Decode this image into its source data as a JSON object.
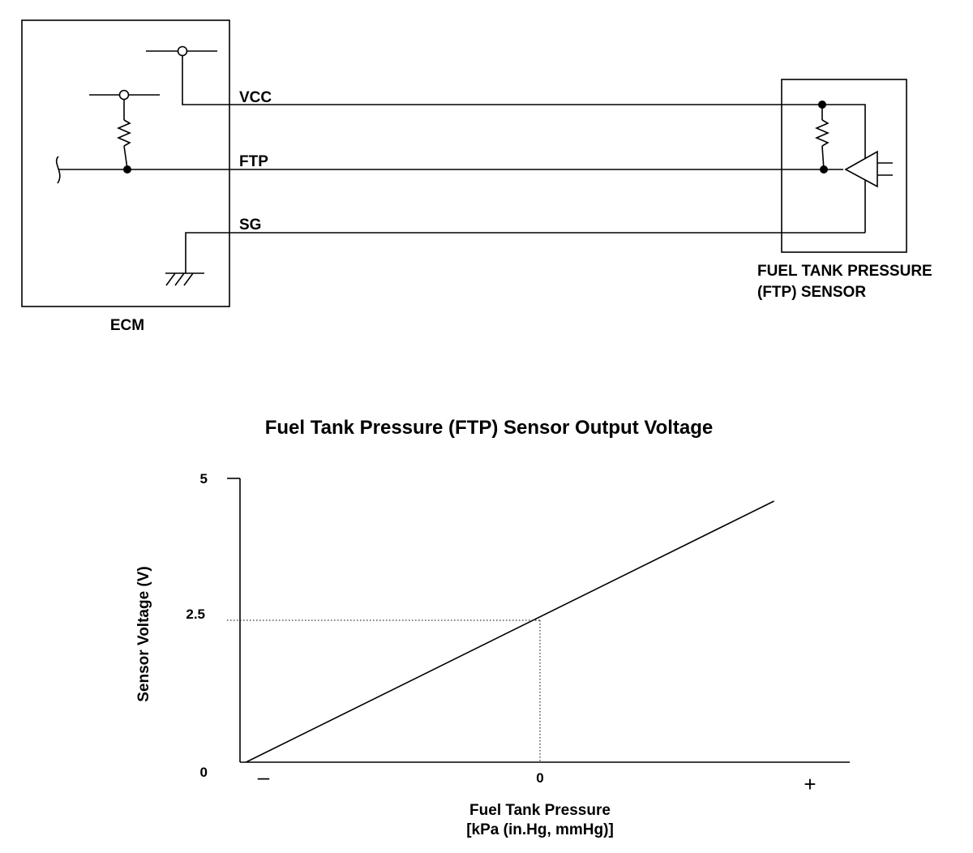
{
  "circuit": {
    "ecm_label": "ECM",
    "sensor_label_line1": "FUEL TANK PRESSURE",
    "sensor_label_line2": "(FTP) SENSOR",
    "wires": {
      "vcc": "VCC",
      "ftp": "FTP",
      "sg": "SG"
    }
  },
  "chart_data": {
    "type": "line",
    "title": "Fuel Tank Pressure (FTP) Sensor Output Voltage",
    "xlabel_line1": "Fuel Tank Pressure",
    "xlabel_line2": "[kPa (in.Hg, mmHg)]",
    "ylabel": "Sensor Voltage (V)",
    "y_ticks": [
      "5",
      "2.5",
      "0"
    ],
    "x_ticks": {
      "minus": "–",
      "zero": "0",
      "plus": "+"
    },
    "ylim": [
      0,
      5
    ],
    "xlim": [
      -1,
      1
    ],
    "series": [
      {
        "x": [
          -0.98,
          0.78
        ],
        "y": [
          0,
          4.6
        ]
      }
    ],
    "reference": {
      "x": 0,
      "y": 2.5
    },
    "grid": false,
    "legend": "none"
  }
}
